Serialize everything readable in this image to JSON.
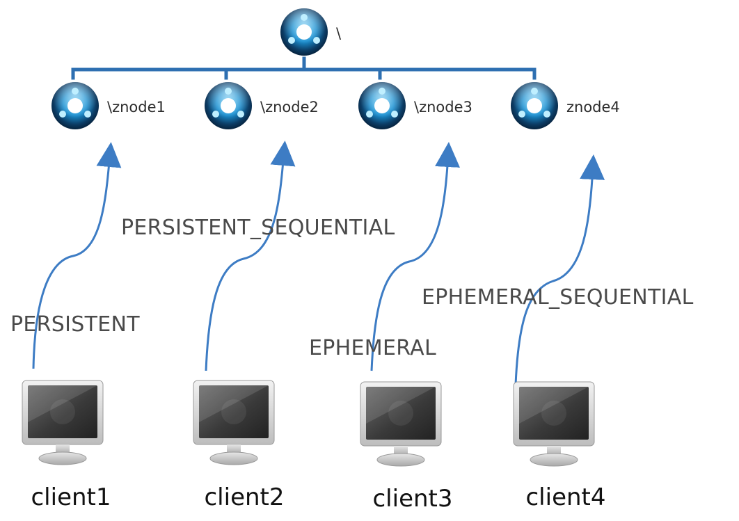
{
  "root": {
    "label": "\\"
  },
  "znodes": [
    {
      "label": "\\znode1"
    },
    {
      "label": "\\znode2"
    },
    {
      "label": "\\znode3"
    },
    {
      "label": "znode4"
    }
  ],
  "modes": [
    {
      "label": "PERSISTENT"
    },
    {
      "label": "PERSISTENT_SEQUENTIAL"
    },
    {
      "label": "EPHEMERAL"
    },
    {
      "label": "EPHEMERAL_SEQUENTIAL"
    }
  ],
  "clients": [
    {
      "label": "client1"
    },
    {
      "label": "client2"
    },
    {
      "label": "client3"
    },
    {
      "label": "client4"
    }
  ],
  "colors": {
    "tree_line": "#2e6fb1",
    "arrow": "#3d7cc4",
    "node_glow": "#2fa8e8",
    "monitor_frame": "#d8d8d8",
    "monitor_screen": "#3a3a3a"
  }
}
